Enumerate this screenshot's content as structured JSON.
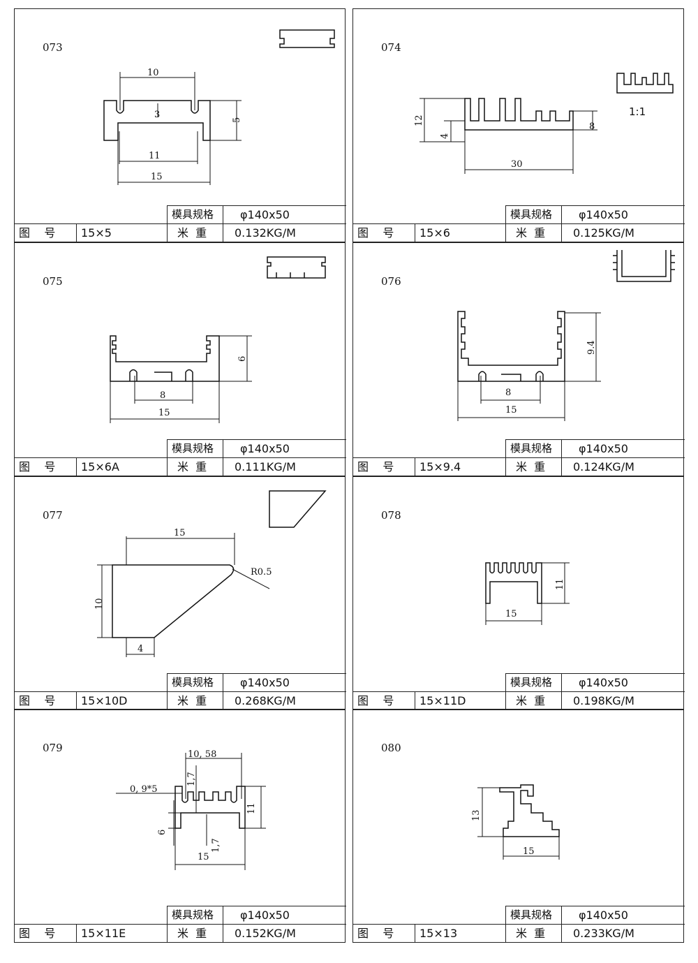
{
  "labels": {
    "spec": "模具规格",
    "drawing_no": "图    号",
    "weight": "米  重"
  },
  "panels": [
    {
      "id": "073",
      "spec": "φ140x50",
      "model": "15×5",
      "weight": "0.132KG/M",
      "dims": [
        "10",
        "3",
        "5",
        "11",
        "15"
      ]
    },
    {
      "id": "074",
      "spec": "φ140x50",
      "model": "15×6",
      "weight": "0.125KG/M",
      "dims": [
        "12",
        "4",
        "8",
        "30"
      ],
      "scale": "1:1"
    },
    {
      "id": "075",
      "spec": "φ140x50",
      "model": "15×6A",
      "weight": "0.111KG/M",
      "dims": [
        "6",
        "8",
        "15"
      ]
    },
    {
      "id": "076",
      "spec": "φ140x50",
      "model": "15×9.4",
      "weight": "0.124KG/M",
      "dims": [
        "9.4",
        "8",
        "15"
      ]
    },
    {
      "id": "077",
      "spec": "φ140x50",
      "model": "15×10D",
      "weight": "0.268KG/M",
      "dims": [
        "15",
        "10",
        "4",
        "R0.5"
      ]
    },
    {
      "id": "078",
      "spec": "φ140x50",
      "model": "15×11D",
      "weight": "0.198KG/M",
      "dims": [
        "11",
        "15"
      ]
    },
    {
      "id": "079",
      "spec": "φ140x50",
      "model": "15×11E",
      "weight": "0.152KG/M",
      "dims": [
        "10, 58",
        "1,7",
        "0, 9*5",
        "6",
        "11",
        "15",
        "1,7"
      ]
    },
    {
      "id": "080",
      "spec": "φ140x50",
      "model": "15×13",
      "weight": "0.233KG/M",
      "dims": [
        "13",
        "15"
      ]
    }
  ]
}
